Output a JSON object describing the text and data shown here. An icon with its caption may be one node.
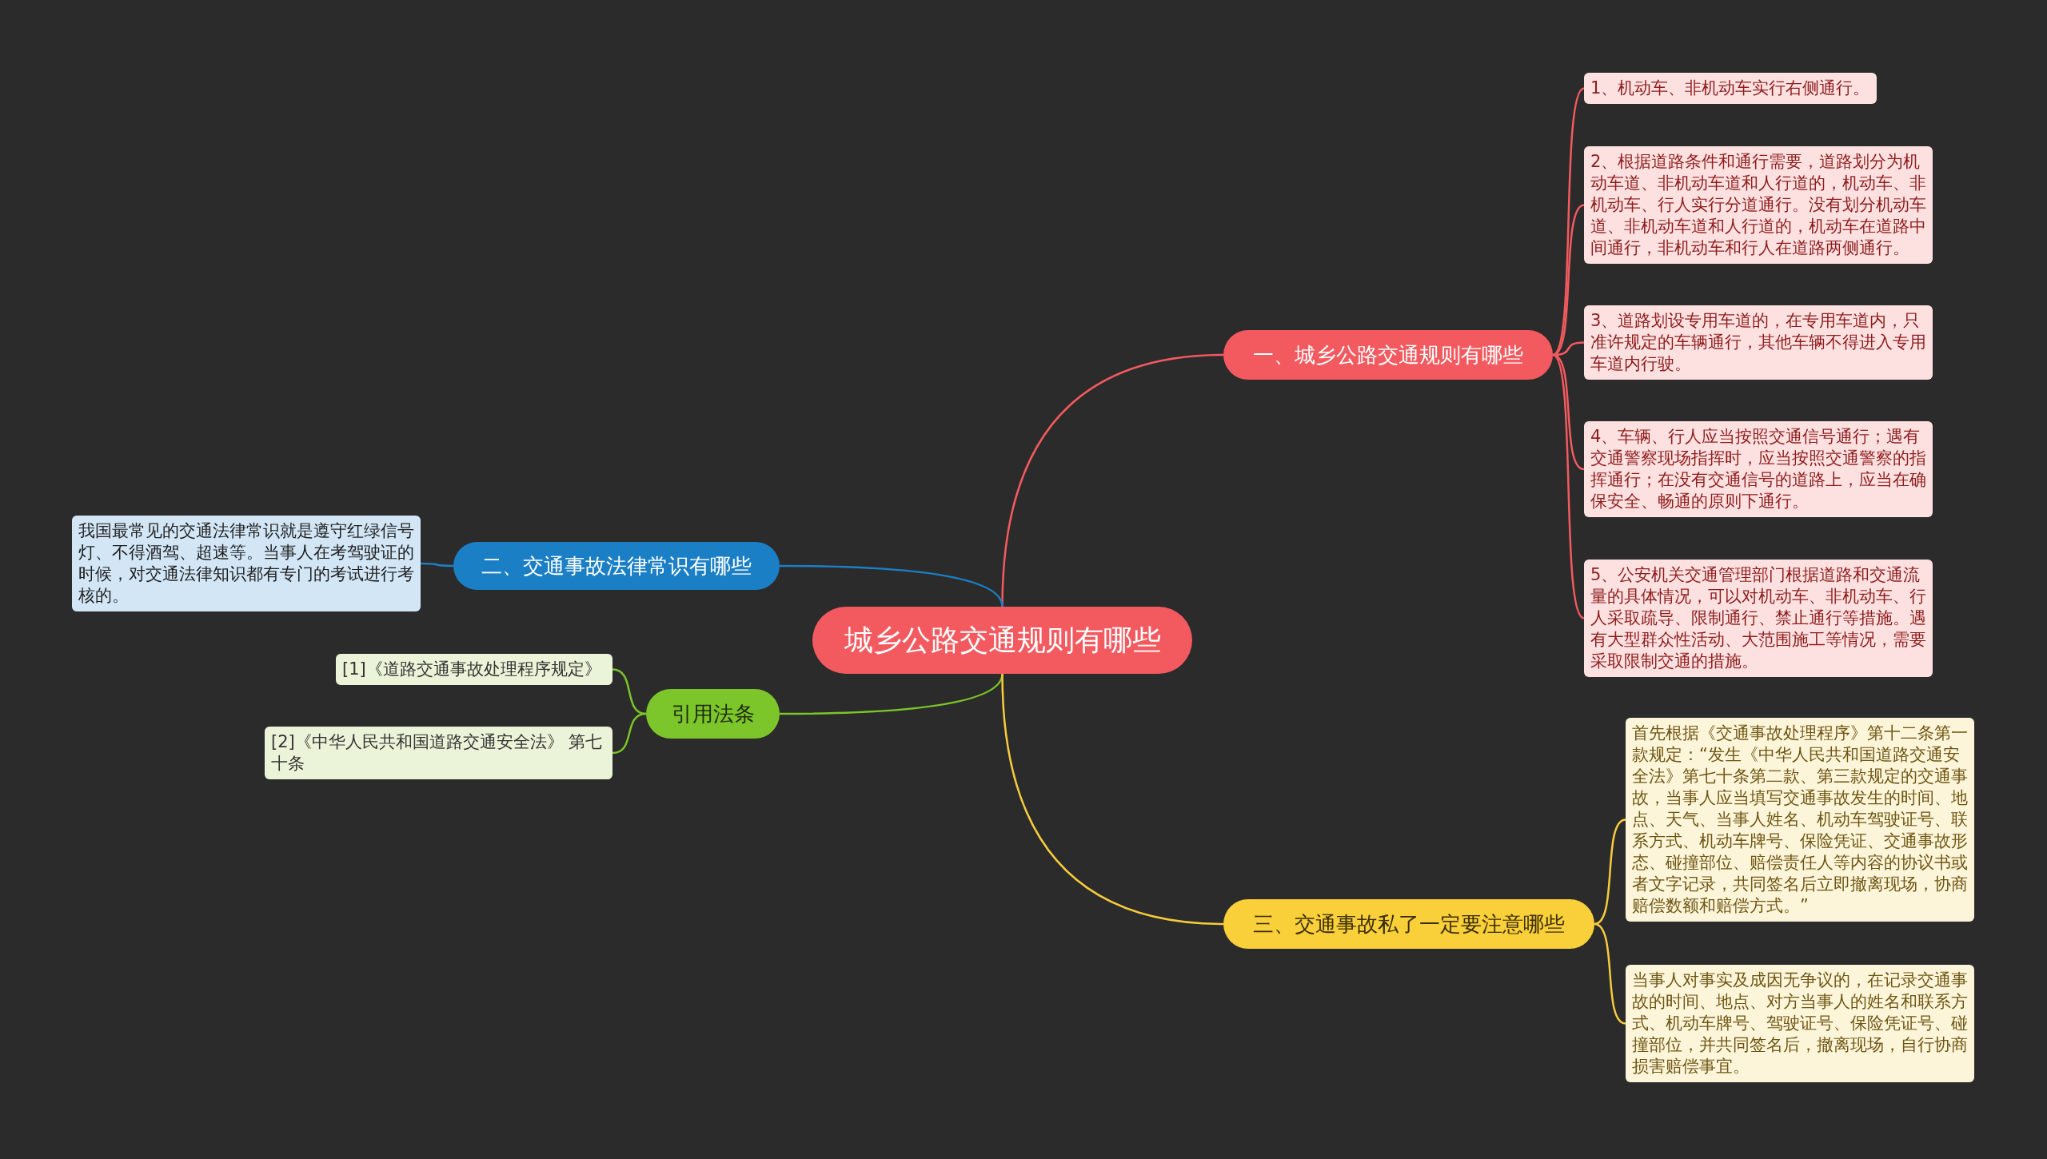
{
  "diagram": {
    "nodes": [
      {
        "text": [
          "城乡公路交通规则有哪些"
        ]
      },
      {
        "text": [
          "一、城乡公路交通规则有哪些"
        ]
      },
      {
        "text": [
          "1、机动车、非机动车实行右侧通行。"
        ]
      },
      {
        "text": [
          "2、根据道路条件和通行需要，道路划分为机动车道、非机动车道和人行道的，机动车、非机动车、行人实行分道通行。没有划分机动车道、非机动车道和人行道的，机动车在道路中间通行，非机动车和行人在道路两侧通行。"
        ]
      },
      {
        "text": [
          "3、道路划设专用车道的，在专用车道内，只准许规定的车辆通行，其他车辆不得进入专用车道内行驶。"
        ]
      },
      {
        "text": [
          "4、车辆、行人应当按照交通信号通行；遇有交通警察现场指挥时，应当按照交通警察的指挥通行；在没有交通信号的道路上，应当在确保安全、畅通的原则下通行。"
        ]
      },
      {
        "text": [
          "5、公安机关交通管理部门根据道路和交通流量的具体情况，可以对机动车、非机动车、行人采取疏导、限制通行、禁止通行等措施。遇有大型群众性活动、大范围施工等情况，需要采取限制交通的措施。"
        ]
      },
      {
        "text": [
          "二、交通事故法律常识有哪些"
        ]
      },
      {
        "text": [
          "我国最常见的交通法律常识就是遵守红绿信号灯、不得酒驾、超速等。当事人在考驾驶证的时候，对交通法律知识都有专门的考试进行考核的。"
        ]
      },
      {
        "text": [
          "引用法条"
        ]
      },
      {
        "text": [
          "[1]《道路交通事故处理程序规定》"
        ]
      },
      {
        "text": [
          "[2]《中华人民共和国道路交通安全法》 第七十条"
        ]
      },
      {
        "text": [
          "三、交通事故私了一定要注意哪些"
        ]
      },
      {
        "text": [
          "首先根据《交通事故处理程序》第十二条第一款规定：“发生《中华人民共和国道路交通安全法》第七十条第二款、第三款规定的交通事故，当事人应当填写交通事故发生的时间、地点、天气、当事人姓名、机动车驾驶证号、联系方式、机动车牌号、保险凭证、交通事故形态、碰撞部位、赔偿责任人等内容的协议书或者文字记录，共同签名后立即撤离现场，协商赔偿数额和赔偿方式。”"
        ]
      },
      {
        "text": [
          "当事人对事实及成因无争议的，在记录交通事故的时间、地点、对方当事人的姓名和联系方式、机动车牌号、驾驶证号、保险凭证号、碰撞部位，并共同签名后，撤离现场，自行协商损害赔偿事宜。"
        ]
      }
    ],
    "edges": [
      {
        "from": 0,
        "to": 1,
        "arrow": "none"
      },
      {
        "from": 1,
        "to": 2,
        "arrow": "none"
      },
      {
        "from": 1,
        "to": 3,
        "arrow": "none"
      },
      {
        "from": 1,
        "to": 4,
        "arrow": "none"
      },
      {
        "from": 1,
        "to": 5,
        "arrow": "none"
      },
      {
        "from": 1,
        "to": 6,
        "arrow": "none"
      },
      {
        "from": 0,
        "to": 7,
        "arrow": "none",
        "color": "#1b7fc6"
      },
      {
        "from": 7,
        "to": 8,
        "arrow": "none",
        "color": "#1b7fc6"
      },
      {
        "from": 0,
        "to": 9,
        "arrow": "none",
        "color": "#7cc52a"
      },
      {
        "from": 9,
        "to": 10,
        "arrow": "none",
        "color": "#7cc52a"
      },
      {
        "from": 9,
        "to": 11,
        "arrow": "none",
        "color": "#7cc52a"
      },
      {
        "from": 0,
        "to": 12,
        "arrow": "none",
        "color": "#f5cc3c"
      },
      {
        "from": 12,
        "to": 13,
        "arrow": "none",
        "color": "#f5cc3c"
      },
      {
        "from": 12,
        "to": 14,
        "arrow": "none",
        "color": "#f5cc3c"
      }
    ]
  }
}
